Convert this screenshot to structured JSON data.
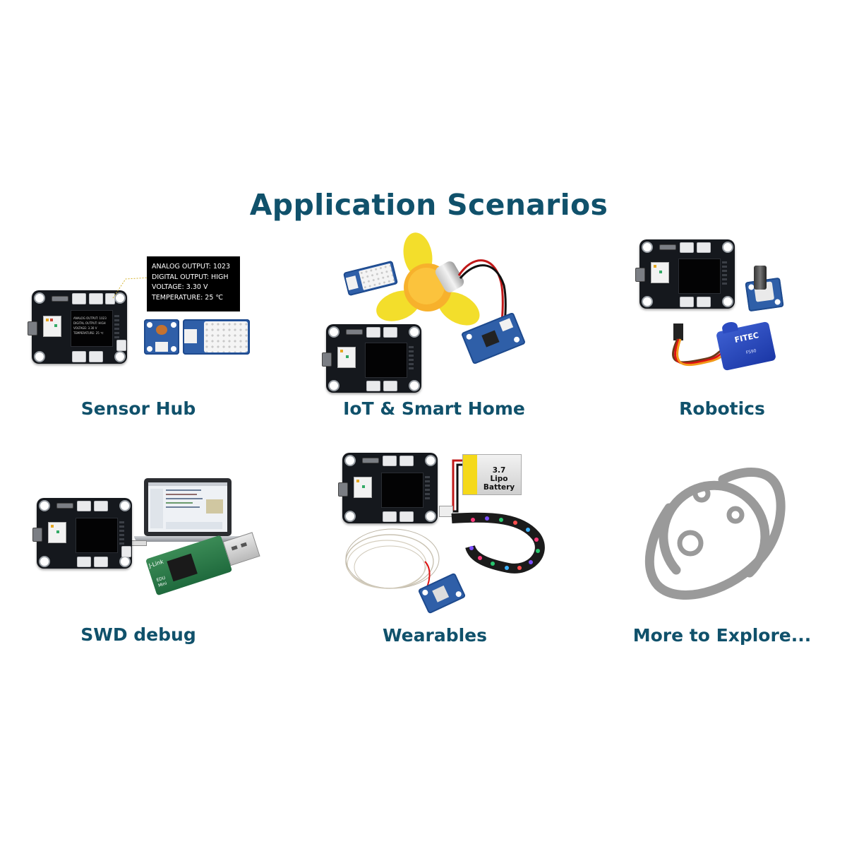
{
  "title": "Application Scenarios",
  "scenarios": [
    {
      "label": "Sensor Hub"
    },
    {
      "label": "IoT & Smart Home"
    },
    {
      "label": "Robotics"
    },
    {
      "label": "SWD debug"
    },
    {
      "label": "Wearables"
    },
    {
      "label": "More to Explore..."
    }
  ],
  "sensor_hub_display": {
    "line1": "ANALOG OUTPUT: 1023",
    "line2": "DIGITAL OUTPUT: HIGH",
    "line3": "VOLTAGE: 3.30 V",
    "line4": "TEMPERATURE: 25 ℃"
  },
  "board_screen": {
    "line1": "ANALOG OUTPUT: 1023",
    "line2": "DIGITAL OUTPUT: HIGH",
    "line3": "VOLTAGE: 3.30 V",
    "line4": "TEMPERATURE: 25 ℃"
  },
  "battery": {
    "line1": "3.7",
    "line2": "Lipo Battery"
  },
  "debugger": {
    "brand": "J-Link",
    "sub1": "EDU",
    "sub2": "Mini"
  },
  "servo": {
    "brand": "FITEC",
    "model": "FS90"
  },
  "icons": {
    "planet": "planet-icon"
  },
  "colors": {
    "title": "#10516b",
    "board": "#15181d",
    "module": "#2f5fa8",
    "fan": "#f2dc2a",
    "planet": "#999999"
  }
}
